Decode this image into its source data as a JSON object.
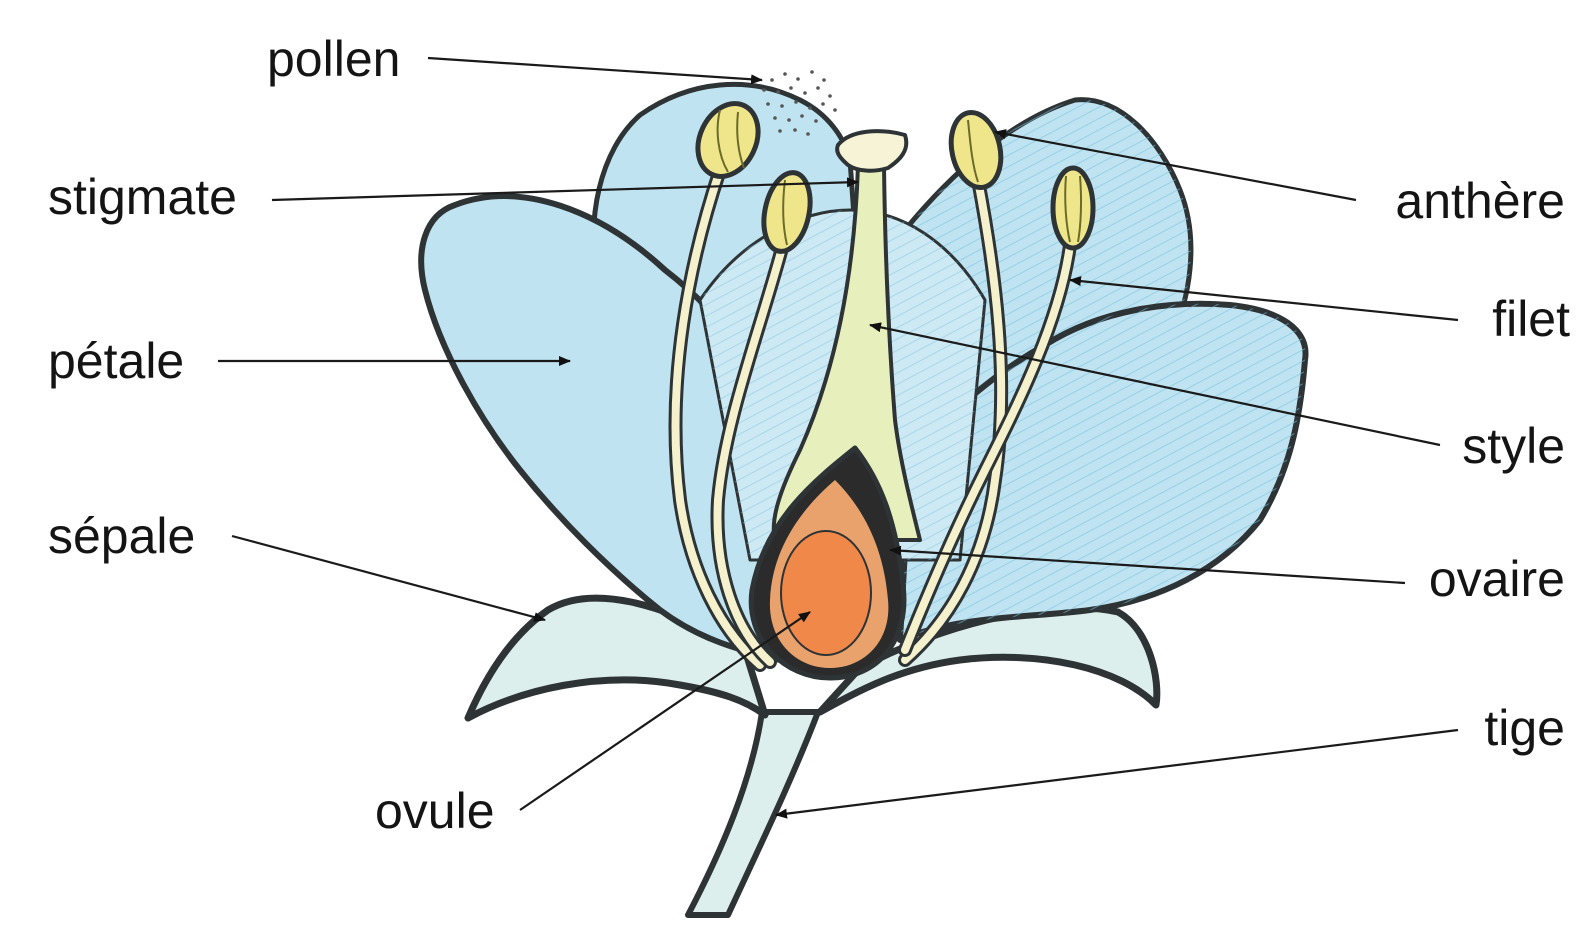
{
  "colors": {
    "petal_fill": "#bfe3f0",
    "petal_hatch": "#79c3e2",
    "sepal_fill": "#dcefed",
    "outline": "#2e3436",
    "anther": "#efe58a",
    "filament": "#f4f1cc",
    "style": "#e7efbd",
    "stigma": "#f7f3d6",
    "ovary_wall": "#2b2b2b",
    "ovule": "#f0884a",
    "pollen": "#555555",
    "label_text": "#141414",
    "leader_line": "#1a1a1a"
  },
  "labels": {
    "pollen": "pollen",
    "stigmate": "stigmate",
    "petale": "pétale",
    "sepale": "sépale",
    "ovule": "ovule",
    "anthere": "anthère",
    "filet": "filet",
    "style": "style",
    "ovaire": "ovaire",
    "tige": "tige"
  }
}
